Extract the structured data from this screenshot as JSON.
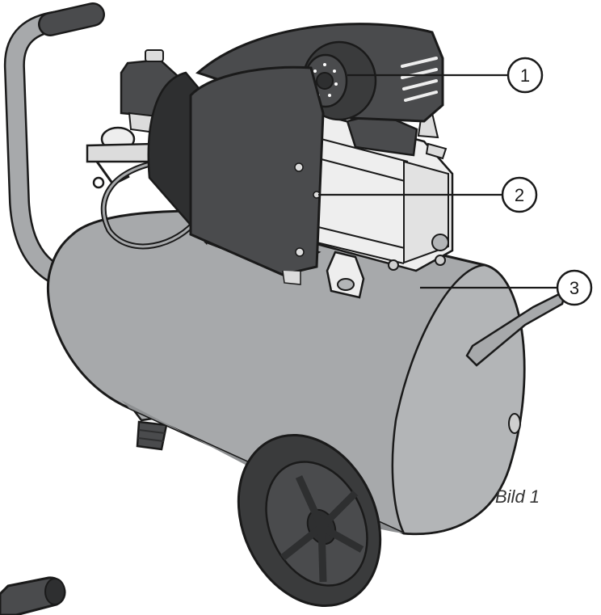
{
  "figure": {
    "caption": "Bild 1",
    "callouts": [
      {
        "label": "1"
      },
      {
        "label": "2"
      },
      {
        "label": "3"
      }
    ]
  },
  "icons": {
    "compressor": "air-compressor-illustration",
    "wheel": "wheel-icon",
    "handle": "handle-icon"
  },
  "colors": {
    "tank": "#a7a9ab",
    "tank_shadow": "#8e9092",
    "motor": "#4a4b4d",
    "motor_dark": "#2e2f30",
    "pump": "#eeeeee",
    "outline": "#1a1a1a",
    "wheel": "#3a3b3c"
  }
}
